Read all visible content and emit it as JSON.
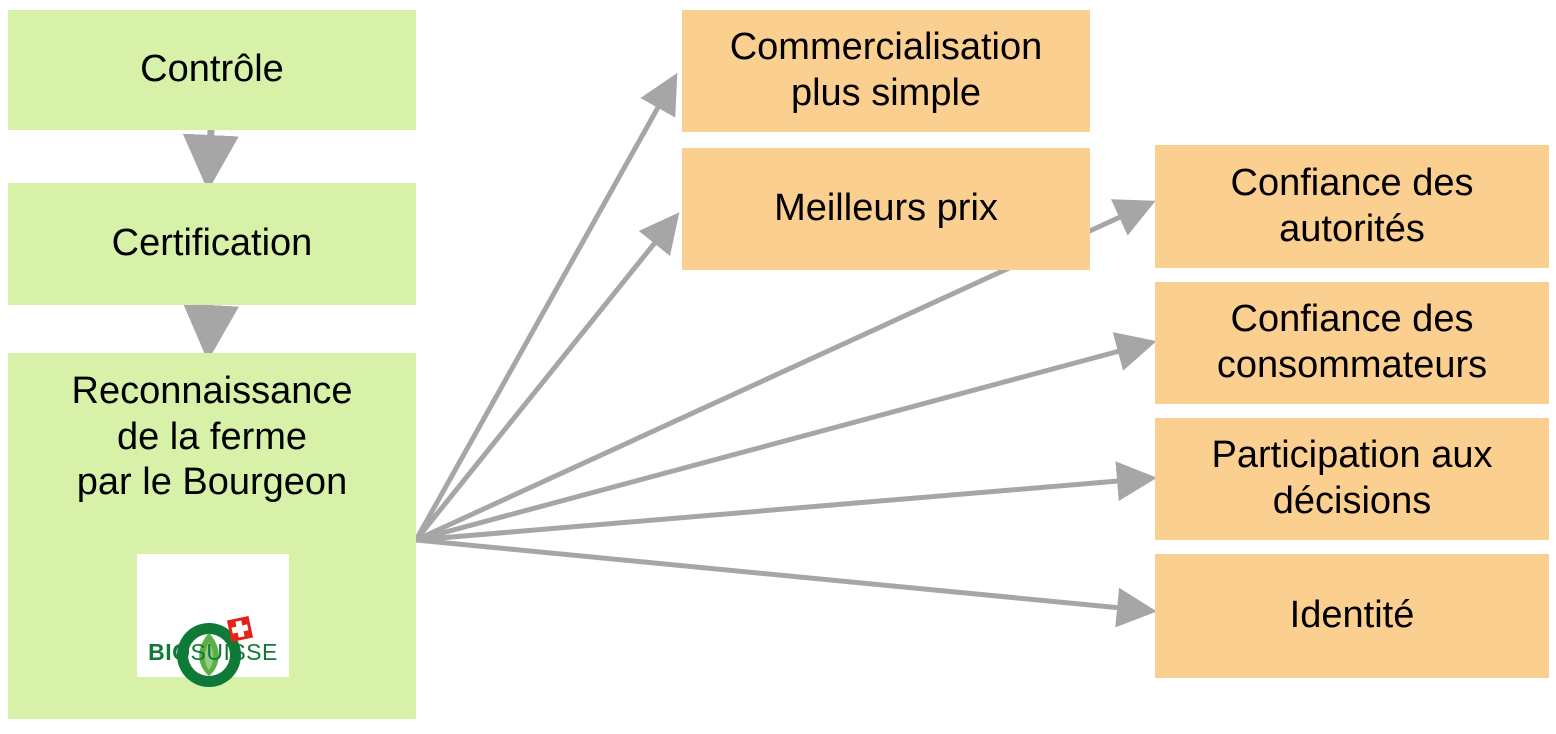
{
  "diagram": {
    "left_chain": {
      "control": "Contrôle",
      "certification": "Certification",
      "recognition": "Reconnaissance\nde la ferme\npar le Bourgeon"
    },
    "logo": {
      "name": "biosuisse-logo-icon",
      "text_bio": "BIO",
      "text_suisse": "SUISSE"
    },
    "outcomes": {
      "commercialisation": "Commercialisation\nplus simple",
      "prix": "Meilleurs prix",
      "autorites": "Confiance des\nautorités",
      "consommateurs": "Confiance des\nconsommateurs",
      "participation": "Participation aux\ndécisions",
      "identite": "Identité"
    },
    "colors": {
      "green_box": "#d7f1a9",
      "orange_box": "#fbcf90",
      "arrow": "#a6a6a6",
      "logo_green": "#0f7a37",
      "logo_red": "#e2231a"
    }
  }
}
